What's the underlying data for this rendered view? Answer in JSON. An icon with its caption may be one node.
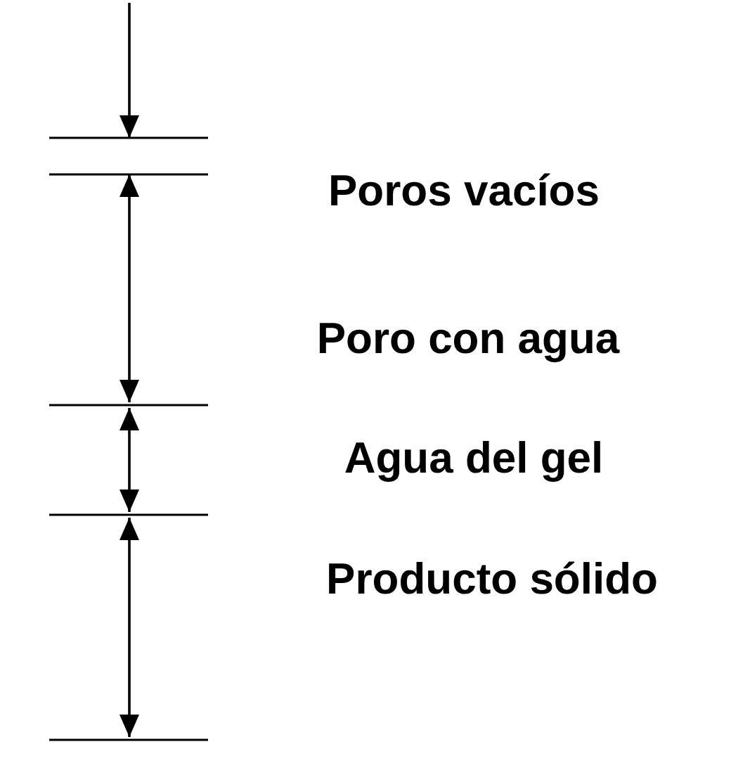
{
  "diagram": {
    "labels": [
      "Poros vacíos",
      "Poro con agua",
      "Agua del gel",
      "Producto sólido"
    ]
  }
}
